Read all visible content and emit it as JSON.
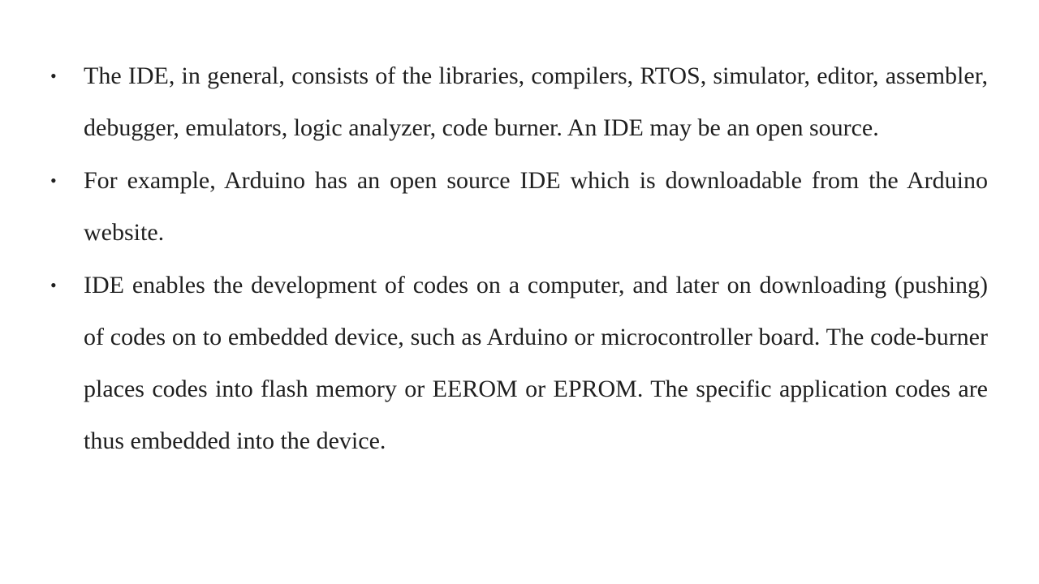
{
  "slide": {
    "bullets": [
      "The IDE, in general, consists of the libraries, compilers, RTOS, simulator, editor, assembler, debugger, emulators, logic analyzer, code burner. An IDE may be an open source.",
      "For example, Arduino has an open source IDE which is downloadable from the Arduino website.",
      "IDE enables the development of codes on a computer, and later on downloading (pushing) of codes on to embedded device, such as Arduino or microcontroller board. The code-burner places codes into flash memory or EEROM or EPROM. The specific application codes are thus embedded into the device."
    ],
    "bullet_symbol": "•"
  }
}
